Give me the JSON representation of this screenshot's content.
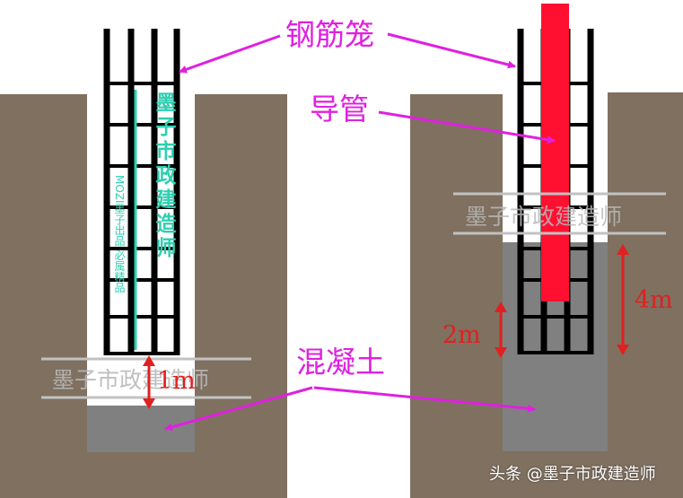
{
  "labels": {
    "cage": "钢筋笼",
    "pipe": "导管",
    "concrete": "混凝土",
    "dim_left": "1m",
    "dim_mid": "2m",
    "dim_right": "4m"
  },
  "watermarks": {
    "horizontal": "墨子市政建造师",
    "vertical_title": "墨子市政建造师",
    "vertical_sub": "MOZI墨子出品 必属精品"
  },
  "credit": "头条 @墨子市政建造师",
  "colors": {
    "soil": "#7f7060",
    "concrete": "#808080",
    "rebar": "#000000",
    "pipe": "#ff1030",
    "callout": "#e020e0",
    "dimension": "#e02020",
    "watermark_text": "#b8b8b8",
    "vertical_watermark": "#2ecfb0"
  }
}
